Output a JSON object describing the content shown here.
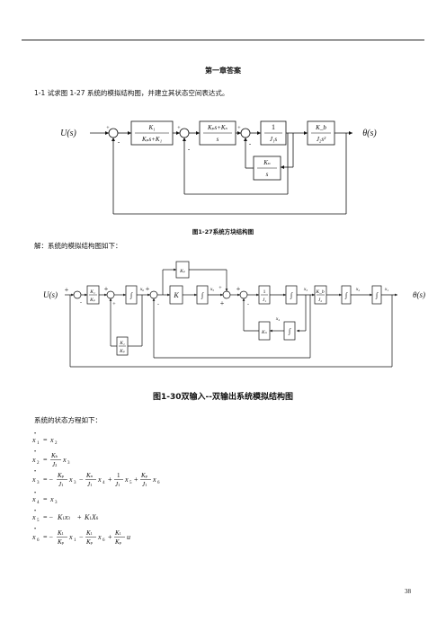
{
  "chapter_title": "第一章答案",
  "question": "1-1  试求图 1-27 系统的模拟结构图，并建立其状态空间表达式。",
  "fig1": {
    "caption": "图1-27系统方块结构图",
    "input": "U(s)",
    "output": "θ(s)",
    "block1_num": "K₁",
    "block1_den": "Kₚs+K₁",
    "block2_num": "Kₚs+Kₛ",
    "block2_den": "s",
    "block3_num": "1",
    "block3_den": "J₁s",
    "block4_num": "K_b",
    "block4_den": "J₂s²",
    "feedback_num": "Kₙ",
    "feedback_den": "s"
  },
  "answer_intro": "解：系统的模拟结构图如下：",
  "fig2": {
    "caption": "图1-30双输入--双输出系统模拟结构图",
    "input": "U(s)",
    "output": "θ(s)",
    "g1_num": "K₁",
    "g1_den": "Kₚ",
    "kp_top": "Kₚ",
    "gk1_num": "K₁",
    "gk1_den": "Kₚ",
    "k_mid": "K",
    "g3_num": "1",
    "g3_den": "J₁",
    "g4_num": "K_b",
    "g4_den": "J₂",
    "k_fb": "Kₙ",
    "integ": "∫",
    "x1": "x₁",
    "x2": "x₂",
    "x3": "x₃",
    "x4": "x₄",
    "x5": "x₅",
    "x6": "x₆"
  },
  "equations_intro": "系统的状态方程如下：",
  "page_number": "38"
}
